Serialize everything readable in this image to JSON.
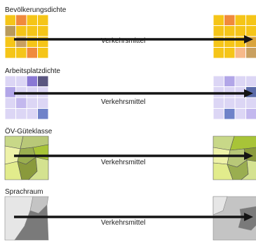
{
  "rows": [
    {
      "title": "Bevölkerungsdichte",
      "arrow_label": "Verkehrsmittel",
      "kind": "grid",
      "left": [
        [
          "#f5c518",
          "#f08a3c",
          "#f5c518",
          "#f5c518"
        ],
        [
          "#b89a5c",
          "#f5c518",
          "#f5c518",
          "#f5c518"
        ],
        [
          "#f5c518",
          "#c9a060",
          "#f5c518",
          "#f5c518"
        ],
        [
          "#f5c518",
          "#f5c518",
          "#f08a3c",
          "#f5c518"
        ]
      ],
      "right": [
        [
          "#f5c518",
          "#f08a3c",
          "#f5c518",
          "#f5c518"
        ],
        [
          "#f5c518",
          "#f5c518",
          "#f5c518",
          "#f5c518"
        ],
        [
          "#f5c518",
          "#f5c518",
          "#f5c518",
          "#d9a33c"
        ],
        [
          "#f5c518",
          "#f5c518",
          "#f7b98a",
          "#c9a060"
        ]
      ]
    },
    {
      "title": "Arbeitsplatzdichte",
      "arrow_label": "Verkehrsmittel",
      "kind": "grid",
      "left": [
        [
          "#dcd6f5",
          "#dcd6f5",
          "#8a78d4",
          "#5a5680"
        ],
        [
          "#b2a6e8",
          "#dcd6f5",
          "#dcd6f5",
          "#dcd6f5"
        ],
        [
          "#dcd6f5",
          "#c3b8ee",
          "#dcd6f5",
          "#dcd6f5"
        ],
        [
          "#dcd6f5",
          "#dcd6f5",
          "#dcd6f5",
          "#6f82c9"
        ]
      ],
      "right": [
        [
          "#dcd6f5",
          "#b2a6e8",
          "#dcd6f5",
          "#dcd6f5"
        ],
        [
          "#dcd6f5",
          "#dcd6f5",
          "#dcd6f5",
          "#5a6aa8"
        ],
        [
          "#dcd6f5",
          "#dcd6f5",
          "#dcd6f5",
          "#dcd6f5"
        ],
        [
          "#dcd6f5",
          "#6f82c9",
          "#dcd6f5",
          "#c3b8ee"
        ]
      ]
    },
    {
      "title": "ÖV-Güteklasse",
      "arrow_label": "Verkehrsmittel",
      "kind": "polygons",
      "left_colors": [
        "#c8d888",
        "#eef2a8",
        "#8a9a3c",
        "#a8c438",
        "#e2ec8c",
        "#b8c878",
        "#d4e290",
        "#9aae50"
      ],
      "right_colors": [
        "#c8d888",
        "#eef2a8",
        "#8a9a3c",
        "#a8c438",
        "#e2ec8c",
        "#b8c878",
        "#d4e290",
        "#9aae50"
      ]
    },
    {
      "title": "Sprachraum",
      "arrow_label": "Verkehrsmittel",
      "kind": "regions",
      "left_colors": [
        "#e6e6e6",
        "#c4c4c4",
        "#7a7a7a"
      ],
      "right_colors": [
        "#e6e6e6",
        "#c4c4c4",
        "#7a7a7a"
      ]
    }
  ]
}
